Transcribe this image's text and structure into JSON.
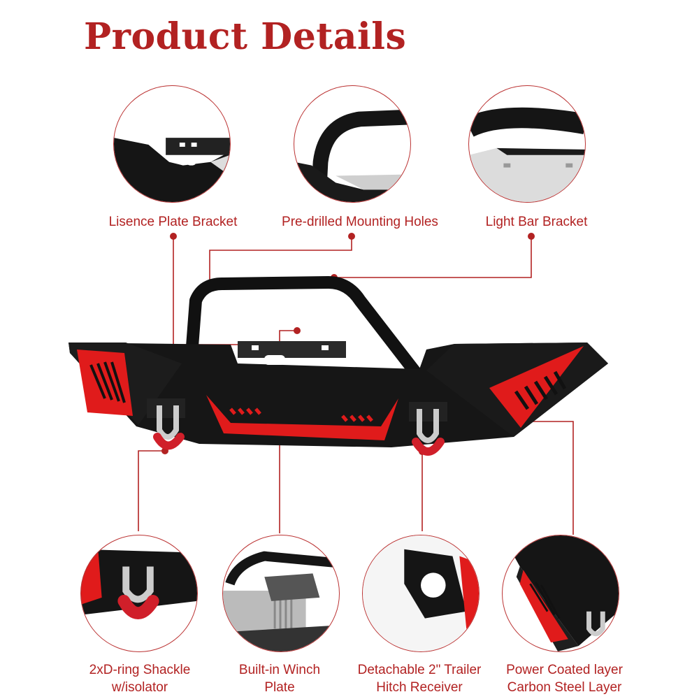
{
  "title": "Product Details",
  "colors": {
    "accent": "#b22222",
    "body": "#151515",
    "panel": "#e01b1b",
    "shackle": "#d01f2a"
  },
  "features_top": [
    {
      "label": "Lisence Plate Bracket"
    },
    {
      "label": "Pre-drilled Mounting Holes"
    },
    {
      "label": "Light Bar Bracket"
    }
  ],
  "features_bottom": [
    {
      "line1": "2xD-ring Shackle",
      "line2": "w/isolator"
    },
    {
      "line1": "Built-in Winch",
      "line2": "Plate"
    },
    {
      "line1": "Detachable 2\" Trailer",
      "line2": "Hitch Receiver"
    },
    {
      "line1": "Power Coated layer",
      "line2": "Carbon Steel Layer"
    }
  ]
}
